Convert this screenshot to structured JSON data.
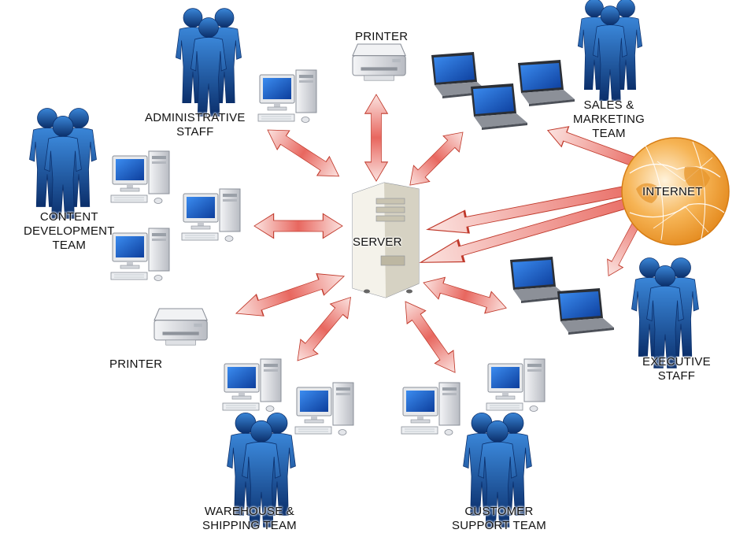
{
  "colors": {
    "arrow_fill": "#e8675f",
    "arrow_light": "#fbe3e0",
    "arrow_stroke": "#c0392b",
    "people": "#1d5fb0",
    "people_dark": "#0b2f6b",
    "globe": "#f4a63c",
    "screen": "#1f66d6",
    "device_body": "#e4e6ea"
  },
  "labels": {
    "admin": [
      "ADMINISTRATIVE",
      "STAFF"
    ],
    "printer_top": [
      "PRINTER"
    ],
    "sales": [
      "SALES &",
      "MARKETING",
      "TEAM"
    ],
    "internet": [
      "INTERNET"
    ],
    "content": [
      "CONTENT",
      "DEVELOPMENT",
      "TEAM"
    ],
    "server": [
      "SERVER"
    ],
    "printer_left": [
      "PRINTER"
    ],
    "executive": [
      "EXECUTIVE",
      "STAFF"
    ],
    "warehouse": [
      "WAREHOUSE &",
      "SHIPPING TEAM"
    ],
    "customer": [
      "CUSTOMER",
      "SUPPORT TEAM"
    ]
  },
  "icons": {
    "people": "people-group-icon",
    "desktop": "desktop-computer-icon",
    "laptop": "laptop-icon",
    "printer": "printer-icon",
    "server": "server-tower-icon",
    "globe": "internet-globe-icon"
  }
}
